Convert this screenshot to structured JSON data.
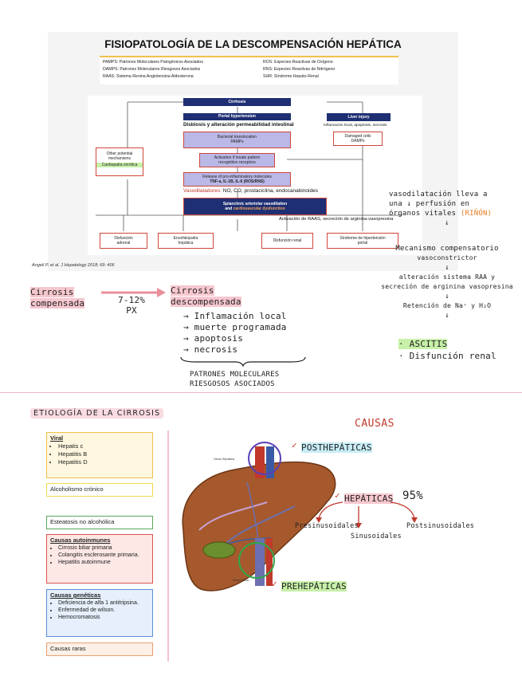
{
  "figure": {
    "title": "FISIOPATOLOGÍA DE LA DESCOMPENSACIÓN HEPÁTICA",
    "abbreviations_left": [
      "PAMPS: Patrones Moleculares Patogénicos Asociados",
      "DAMPS: Patrones Moleculares Riesgosos Asociados",
      "RAAS: Sistema Renina Angiotensina Aldosterona"
    ],
    "abbreviations_right": [
      "ROS: Especies Reactivas de Oxígeno",
      "RNS: Especies Reactivas de Nitrógeno",
      "SHR: Síndrome Hepato-Renal"
    ],
    "nodes": {
      "cirrhosis": "Cirrhosis",
      "portal_hypertension": "Portal hypertension",
      "disbiosis": "Disbiosis y alteración permeabilidad intestinal",
      "bacterial_translocation": "Bacterial translocation",
      "pamps": "PAMPs",
      "activation_1": "Activation if innate pattern",
      "activation_2": "recognition receptors",
      "release": "Release of pro-inflammatory molecules",
      "tnf": "TNF-a, IL-1B, IL-6 (ROS/RNS)",
      "vasodilatadores_label": "Vasodilatadores:",
      "vasodilatadores": " NO, CO, prostaciclina, endocanabinoides",
      "splanchnic": "Splanchnic arteriolar vasodilation",
      "and": "and",
      "cardiovascular": "cardiovascular dysfunction",
      "raas": "Activación de RAAS, secreción de arginina-vasopresina",
      "liver_injury": "Liver injury",
      "inflammation": "Inflamación local,     apoptosis, necrosis",
      "damaged_cells": "Damaged cells",
      "damps": "DAMPs",
      "other_1": "Other potential",
      "other_2": "mechanisms",
      "other_3": "Cardiopatía cirrótica",
      "out_1a": "Disfunción",
      "out_1b": "adrenal",
      "out_2a": "Encefalopatía",
      "out_2b": "hepática",
      "out_3": "Disfunción renal",
      "out_4a": "Síndrome de hipertensión",
      "out_4b": "portal"
    },
    "citation": "Angeli P, et al. J Hepatology 2018; 69: 406"
  },
  "notes_right": {
    "l1": "vasodilatación lleva a",
    "l2": "una ↓ perfusión en",
    "l3a": "órganos vitales ",
    "l3b": "(RIÑÓN)",
    "l4": "↓",
    "l5": "Mecanismo compensatorio",
    "l6": "vasoconstrictor",
    "l7": "↓",
    "l8": "alteración sistema RAA y",
    "l9": "secreción de arginina vasopresina",
    "l10": "↓",
    "l11": "Retención de Na⁺ y H₂O",
    "l12": "↓",
    "l13": "· ASCITIS",
    "l14": "· Disfunción renal"
  },
  "notes_left": {
    "c1": "Cirrosis",
    "c2": "compensada",
    "pct": "7-12%",
    "px": "PX",
    "d1": "Cirrosis",
    "d2": "descompensada",
    "items": [
      "→ Inflamación local",
      "→ muerte programada",
      "→ apoptosis",
      "→ necrosis"
    ],
    "brace_1": "PATRONES MOLECULARES",
    "brace_2": "RIESGOSOS ASOCIADOS"
  },
  "etiology": {
    "title": "ETIOLOGÍA DE LA CIRROSIS",
    "viral": {
      "head": "Viral",
      "items": [
        "Hepatis c",
        "Hepatitis B",
        "Hepatitis D"
      ]
    },
    "alcohol": "Alcoholismo crónico",
    "esteatosis": "Esteatosis no alcohólica",
    "autoinmunes": {
      "head": "Causas autoinmunes",
      "items": [
        "Cirrosis biliar primaria",
        "Colangitis esclerosante primaria.",
        "Hepatitis autoinmune"
      ]
    },
    "geneticas": {
      "head": "Causas genéticas",
      "items": [
        "Deficiencia de alfa 1 antitripsina.",
        "Enfermedad de wilson.",
        "Hemocromatosis"
      ]
    },
    "raras": "Causas raras"
  },
  "causas": {
    "title": "CAUSAS",
    "post": "POSTHEPÁTICAS",
    "hep": "HEPÁTICAS",
    "pct": "95%",
    "pre": "Presinusoidales",
    "sin": "Sinusoidales",
    "postsin": "Postsinusoidales",
    "prehep": "PREHEPÁTICAS",
    "vena_hepatica": "Vena Hepática",
    "vena_porta": "Vena Porta"
  },
  "colors": {
    "navy": "#1e2f73",
    "accent_red": "#d0463a",
    "viral": "#f2c14e",
    "esteatosis": "#5aa85a",
    "autoinmunes": "#d9534f",
    "geneticas": "#5a8fd6",
    "pink": "#f6c7cf"
  }
}
